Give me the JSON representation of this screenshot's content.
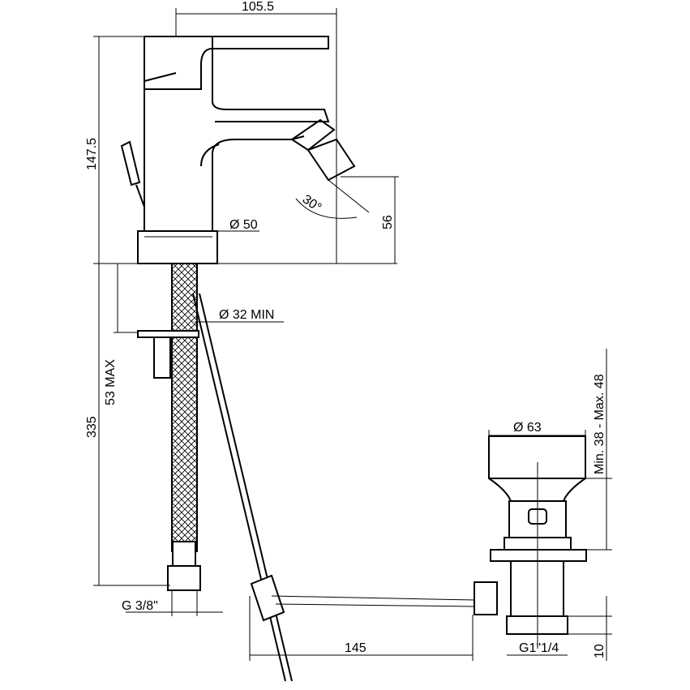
{
  "drawing": {
    "dims": {
      "width_top": "105.5",
      "height_faucet": "147.5",
      "base_diameter": "Ø 50",
      "spout_angle": "30°",
      "spout_height": "56",
      "hole_diameter": "Ø 32 MIN",
      "deck_thickness": "53 MAX",
      "hose_length": "335",
      "hose_thread": "G 3/8\"",
      "waste_diameter": "Ø 63",
      "waste_range": "Min. 38  -  Max. 48",
      "rod_length": "145",
      "waste_thread": "G1\"1/4",
      "thread_length": "10"
    }
  }
}
